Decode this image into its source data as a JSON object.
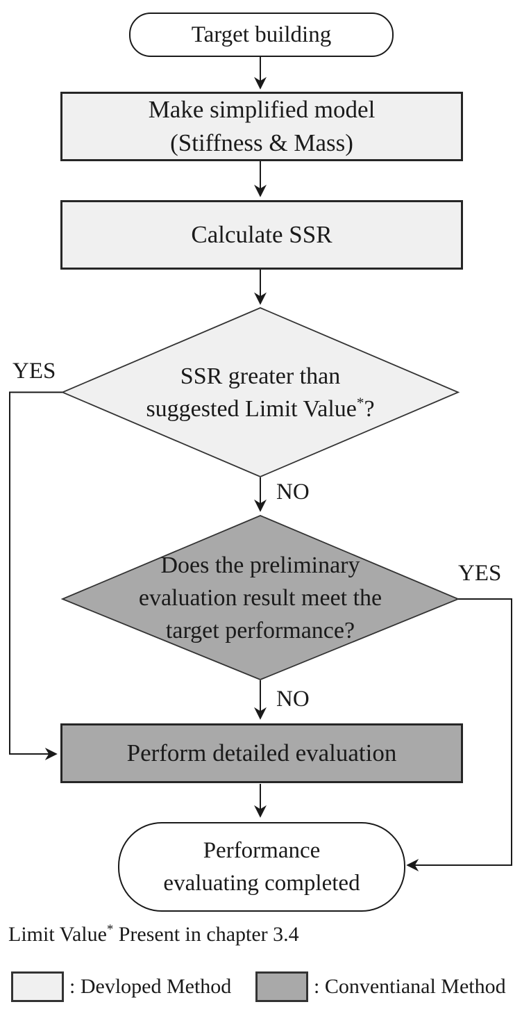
{
  "nodes": {
    "start": {
      "label": "Target building"
    },
    "make_model": {
      "line1": "Make simplified model",
      "line2": "(Stiffness & Mass)"
    },
    "calculate_ssr": {
      "label": "Calculate SSR"
    },
    "ssr_decision": {
      "line1": "SSR greater than",
      "line2_prefix": "suggested Limit Value",
      "line2_sup": "*",
      "line2_suffix": "?"
    },
    "preliminary_decision": {
      "line1": "Does the preliminary",
      "line2": "evaluation result meet the",
      "line3": "target performance?"
    },
    "detailed_evaluation": {
      "label": "Perform detailed evaluation"
    },
    "end": {
      "line1": "Performance",
      "line2": "evaluating completed"
    }
  },
  "edge_labels": {
    "ssr_yes": "YES",
    "ssr_no": "NO",
    "preliminary_yes": "YES",
    "preliminary_no": "NO"
  },
  "footnote": {
    "prefix": "Limit Value",
    "sup": "*",
    "suffix": " Present in chapter 3.4"
  },
  "legend": {
    "developed": {
      "label": ": Devloped Method",
      "color": "#f0f0f0"
    },
    "conventional": {
      "label": ": Conventianal Method",
      "color": "#a9a9a9"
    }
  },
  "colors": {
    "developed_fill": "#f0f0f0",
    "conventional_fill": "#a9a9a9",
    "line": "#1a1a1a",
    "background": "#ffffff"
  }
}
